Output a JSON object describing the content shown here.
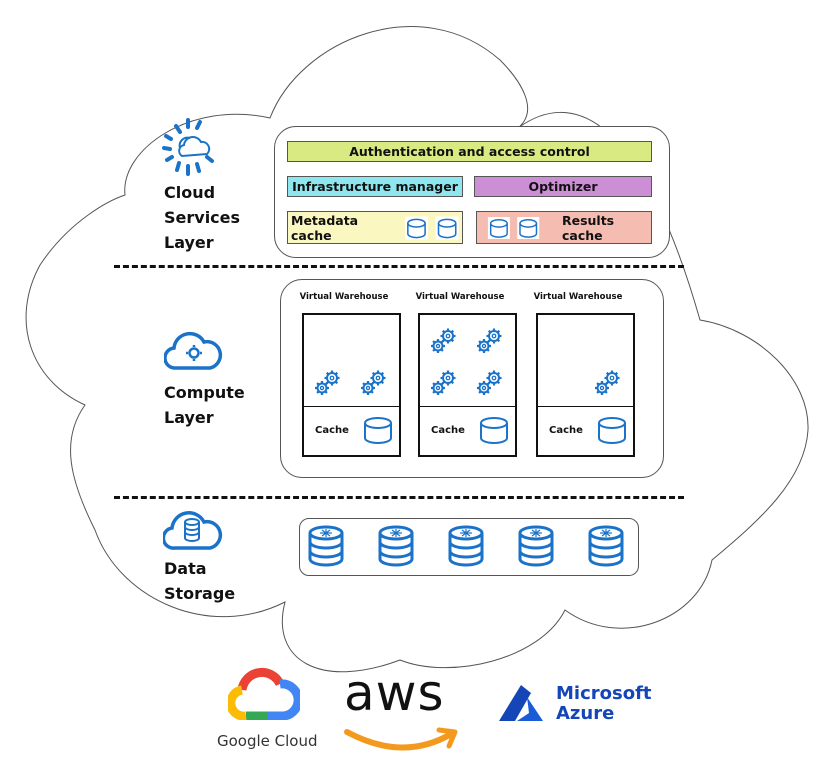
{
  "diagram": {
    "layers": [
      {
        "id": "cloud-services",
        "label_lines": [
          "Cloud",
          "Services",
          "Layer"
        ],
        "icon": "cloud-sun-icon"
      },
      {
        "id": "compute",
        "label_lines": [
          "Compute",
          "Layer"
        ],
        "icon": "cloud-gear-icon"
      },
      {
        "id": "storage",
        "label_lines": [
          "Data",
          "Storage"
        ],
        "icon": "cloud-database-icon"
      }
    ],
    "cloud_services": {
      "auth": "Authentication and access control",
      "infra": "Infrastructure manager",
      "optimizer": "Optimizer",
      "metadata_cache": "Metadata cache",
      "results_cache": "Results cache",
      "colors": {
        "auth": "#d9ea82",
        "infra": "#8ee6ee",
        "optimizer": "#cc8fd6",
        "metadata_cache": "#fbf7c0",
        "results_cache": "#f5bdb2"
      }
    },
    "compute": {
      "warehouses": [
        {
          "title": "Virtual Warehouse",
          "cache_label": "Cache",
          "gear_pairs": 2
        },
        {
          "title": "Virtual Warehouse",
          "cache_label": "Cache",
          "gear_pairs": 4
        },
        {
          "title": "Virtual Warehouse",
          "cache_label": "Cache",
          "gear_pairs": 1
        }
      ]
    },
    "storage": {
      "db_count": 5
    },
    "providers": [
      {
        "name": "Google Cloud",
        "icon": "google-cloud-logo"
      },
      {
        "name": "aws",
        "icon": "aws-smile-logo"
      },
      {
        "name_lines": [
          "Microsoft",
          "Azure"
        ],
        "icon": "azure-logo"
      }
    ],
    "accent_color": "#1a73c8"
  }
}
